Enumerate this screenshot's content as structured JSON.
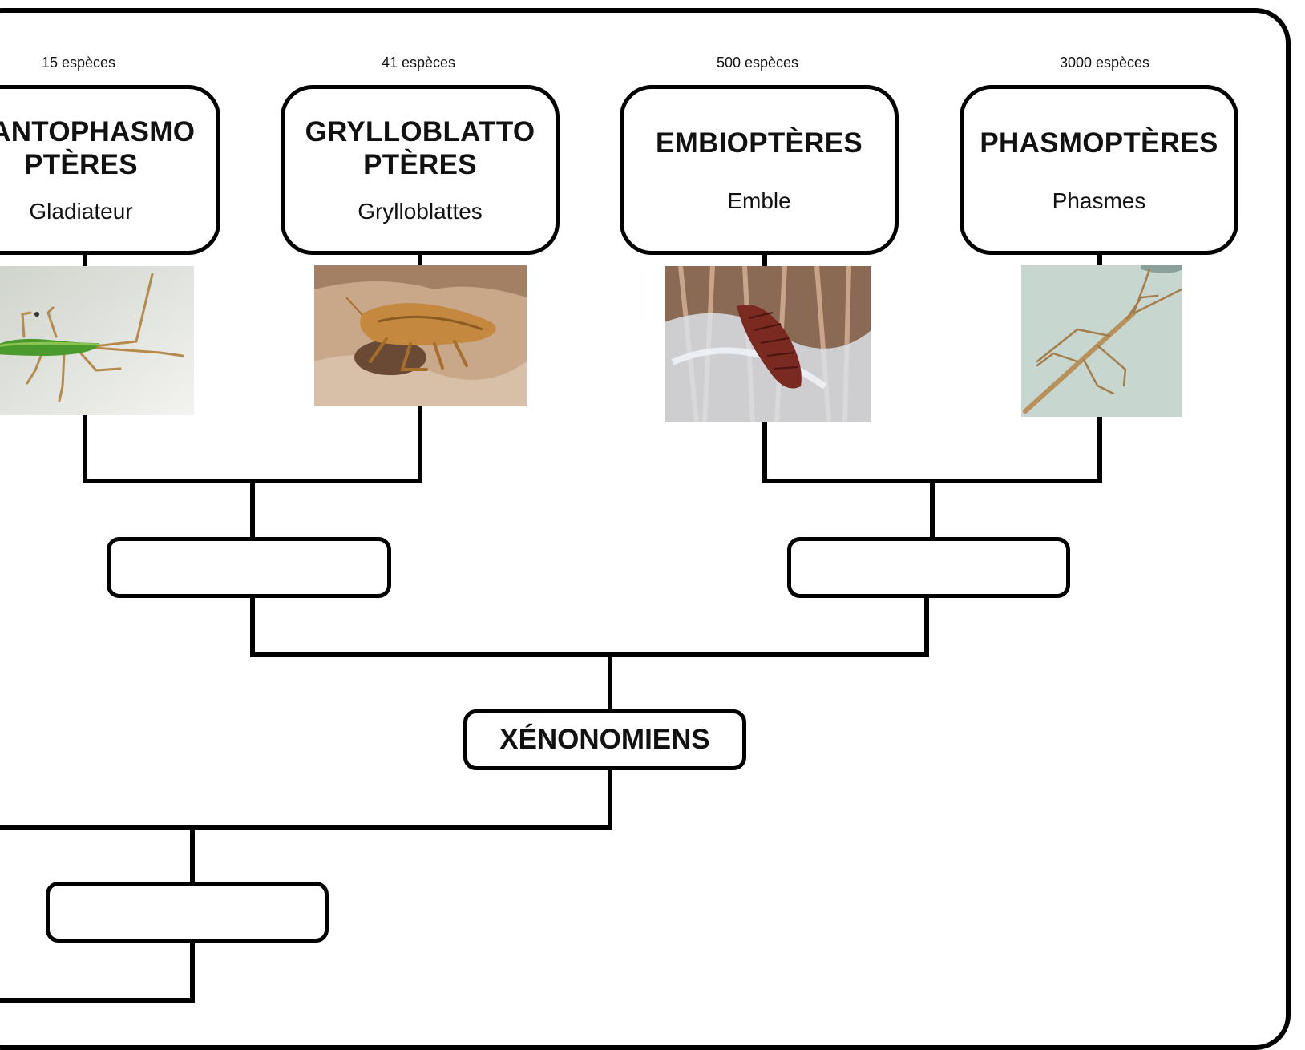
{
  "taxa": [
    {
      "count": "15 espèces",
      "name_line1": "MANTOPHASMO",
      "name_line2": "PTÈRES",
      "common": "Gladiateur"
    },
    {
      "count": "41 espèces",
      "name_line1": "GRYLLOBLATTO",
      "name_line2": "PTÈRES",
      "common": "Grylloblattes"
    },
    {
      "count": "500 espèces",
      "name_line1": "EMBIOPTÈRES",
      "name_line2": "",
      "common": "Emble"
    },
    {
      "count": "3000 espèces",
      "name_line1": "PHASMOPTÈRES",
      "name_line2": "",
      "common": "Phasmes"
    }
  ],
  "nodes": {
    "left_clade": "",
    "right_clade": "",
    "xenonomiens": "XÉNONOMIENS",
    "lower_clade": ""
  },
  "photos": {
    "mantophasmo": "green-gladiator-insect",
    "grylloblatto": "cave-grylloblatta",
    "embio": "webspinner-in-silk",
    "phasmo": "stick-insect"
  }
}
